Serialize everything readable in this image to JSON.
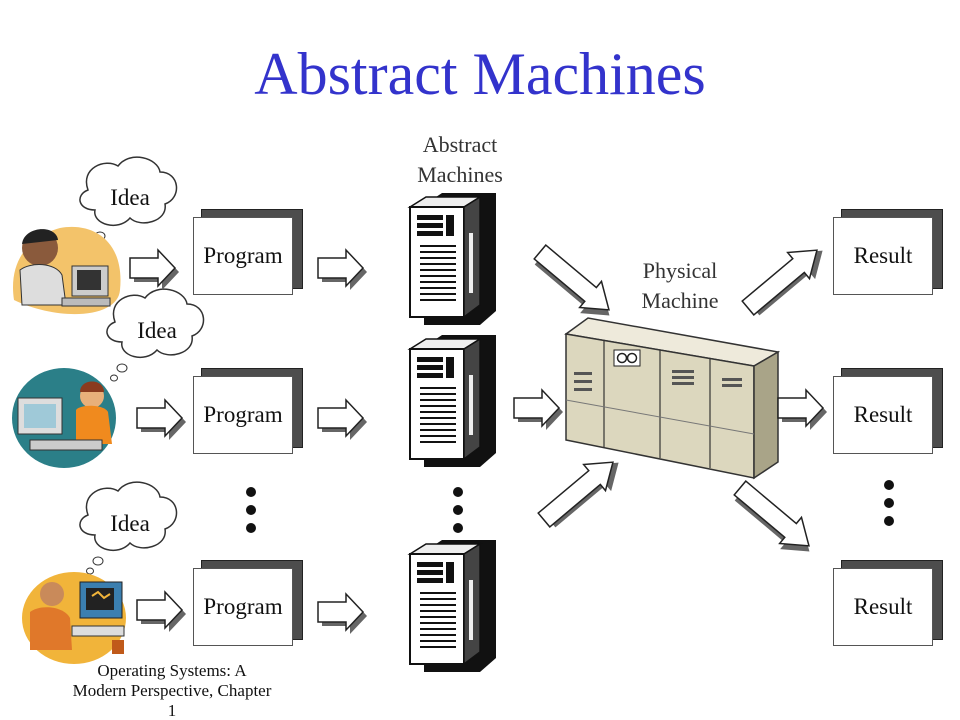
{
  "title": "Abstract Machines",
  "abstract_machines_label": "Abstract Machines",
  "physical_machine_label": "Physical Machine",
  "idea_label": "Idea",
  "program_label": "Program",
  "result_label": "Result",
  "footer": "Operating Systems: A Modern Perspective, Chapter 1",
  "colors": {
    "title": "#3333cc",
    "arrow_fill": "#ffffff",
    "arrow_shadow": "#666666"
  }
}
